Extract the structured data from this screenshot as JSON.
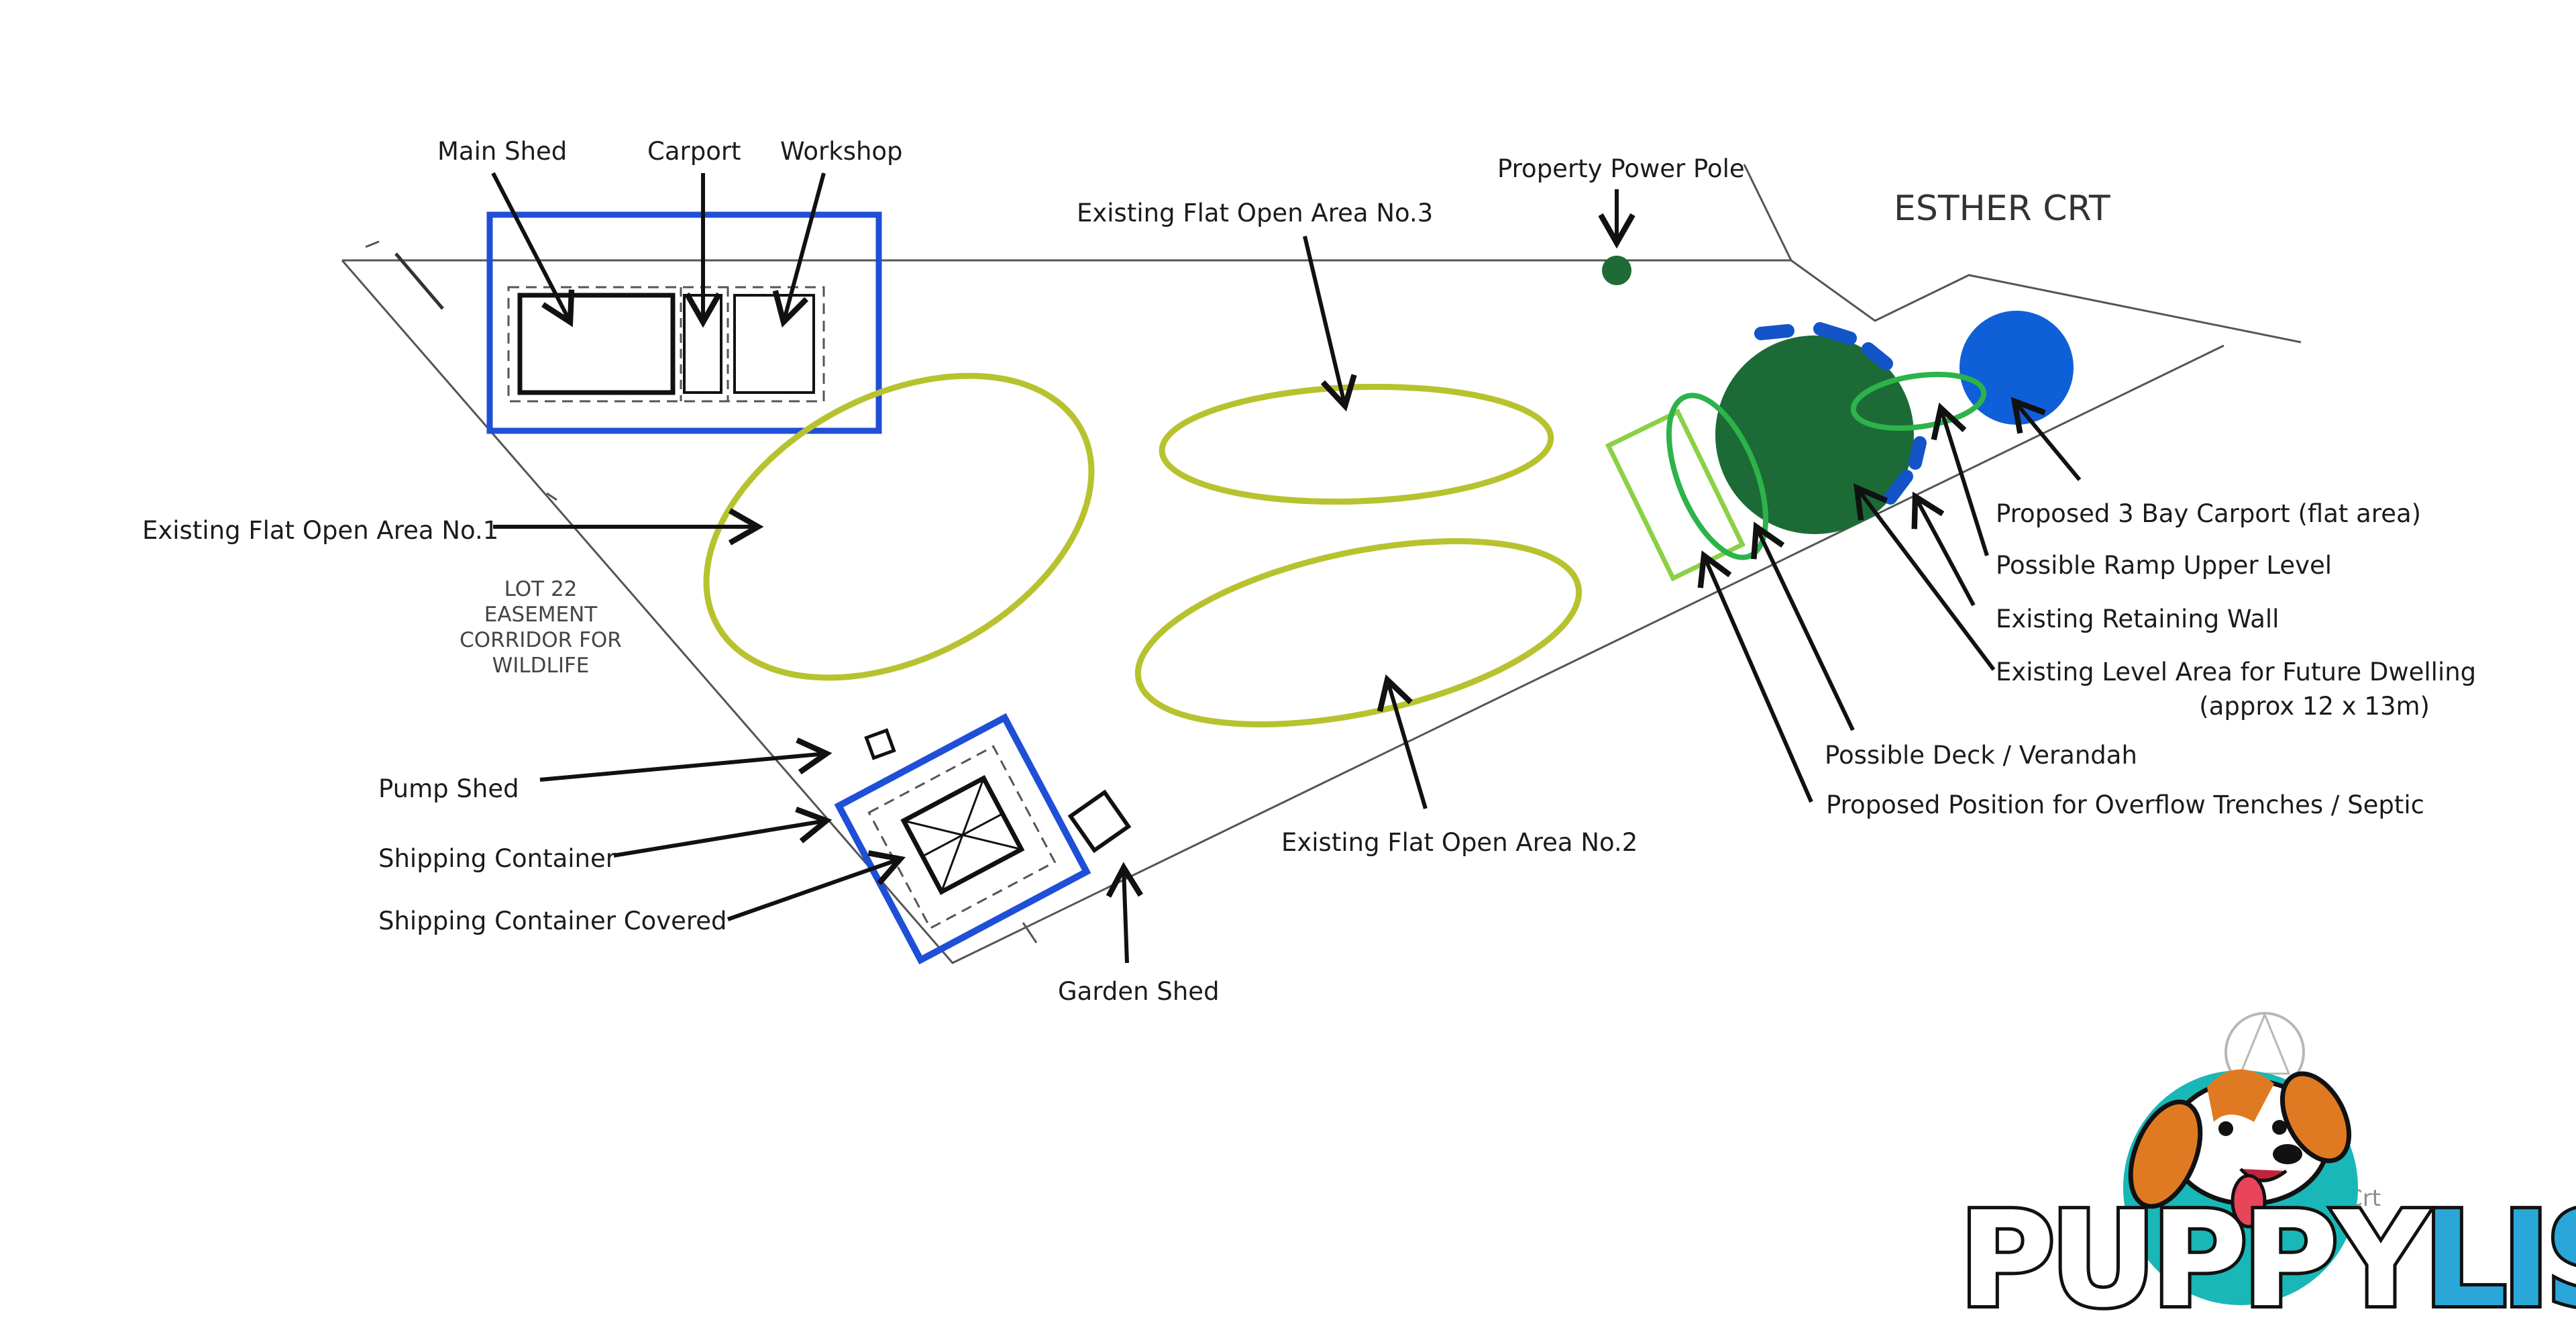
{
  "title": "",
  "road": {
    "name": "ESTHER CRT"
  },
  "lot_note": {
    "lines": [
      "LOT 22",
      "EASEMENT",
      "CORRIDOR FOR",
      "WILDLIFE"
    ]
  },
  "labels": {
    "main_shed": "Main Shed",
    "carport": "Carport",
    "workshop": "Workshop",
    "property_power_pole": "Property Power Pole",
    "flat_area_3": "Existing Flat Open Area No.3",
    "flat_area_1": "Existing Flat Open Area No.1",
    "flat_area_2": "Existing Flat Open Area No.2",
    "pump_shed": "Pump Shed",
    "shipping_container": "Shipping Container",
    "shipping_container_covered": "Shipping Container Covered",
    "garden_shed": "Garden Shed",
    "proposed_carport": "Proposed 3 Bay Carport (flat area)",
    "possible_ramp": "Possible Ramp Upper Level",
    "retaining_wall": "Existing Retaining Wall",
    "level_area": "Existing Level Area for Future Dwelling",
    "level_area_size": "(approx 12 x 13m)",
    "deck": "Possible Deck / Verandah",
    "overflow": "Proposed Position for Overflow Trenches / Septic"
  },
  "watermark": {
    "brand": "PUPPYLIST",
    "brand_part1": "PUPPY",
    "brand_part2": "LIST",
    "bg_fragment": "Crt"
  },
  "colors": {
    "blue_outline": "#1f4fd6",
    "olive": "#b8c22f",
    "dwelling": "#1c6b37",
    "carport": "#0f5fd8",
    "deck": "#8bd046",
    "septic": "#2db34a",
    "power_pole": "#1f6b35",
    "brand_teal": "#19b7b7",
    "brand_blue": "#2aa7d8"
  }
}
